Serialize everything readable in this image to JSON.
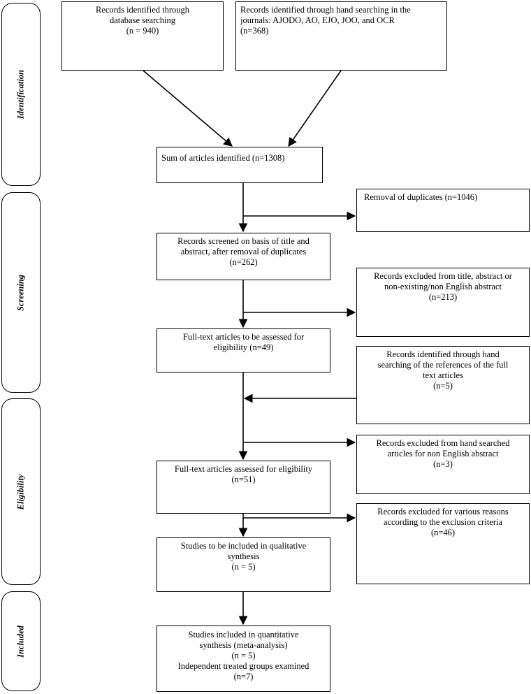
{
  "stages": {
    "identification": "Identification",
    "screening": "Screening",
    "eligibility": "Eligibility",
    "included": "Included"
  },
  "boxes": {
    "database_search": "Records identified through\ndatabase searching\n(n = 940)",
    "hand_search": "Records identified through hand searching in the\njournals: AJODO, AO, EJO, JOO, and OCR\n(n=368)",
    "sum_identified": "Sum of articles identified (n=1308)",
    "removal_duplicates": "Removal of duplicates (n=1046)",
    "screened": "Records screened on basis of title and\nabstract, after removal of duplicates\n(n=262)",
    "excluded_title": "Records excluded from title, abstract or\nnon-existing/non English abstract\n(n=213)",
    "fulltext_to_assess": "Full-text articles to be assessed for\neligibility (n=49)",
    "hand_search_refs": "Records identified through hand\nsearching of the references of the full\ntext articles\n(n=5)",
    "excluded_hand": "Records excluded from hand searched\narticles for non English abstract\n(n=3)",
    "fulltext_assessed": "Full-text articles assessed for eligibility\n(n=51)",
    "excluded_various": "Records excluded for various reasons\naccording to the exclusion criteria\n(n=46)",
    "qualitative": "Studies to be included in qualitative\nsynthesis\n(n = 5)",
    "quantitative": "Studies included in quantitative\nsynthesis (meta-analysis)\n(n = 5)\nIndependent treated groups examined\n(n=7)"
  },
  "colors": {
    "line": "#000000",
    "background": "#ffffff"
  }
}
